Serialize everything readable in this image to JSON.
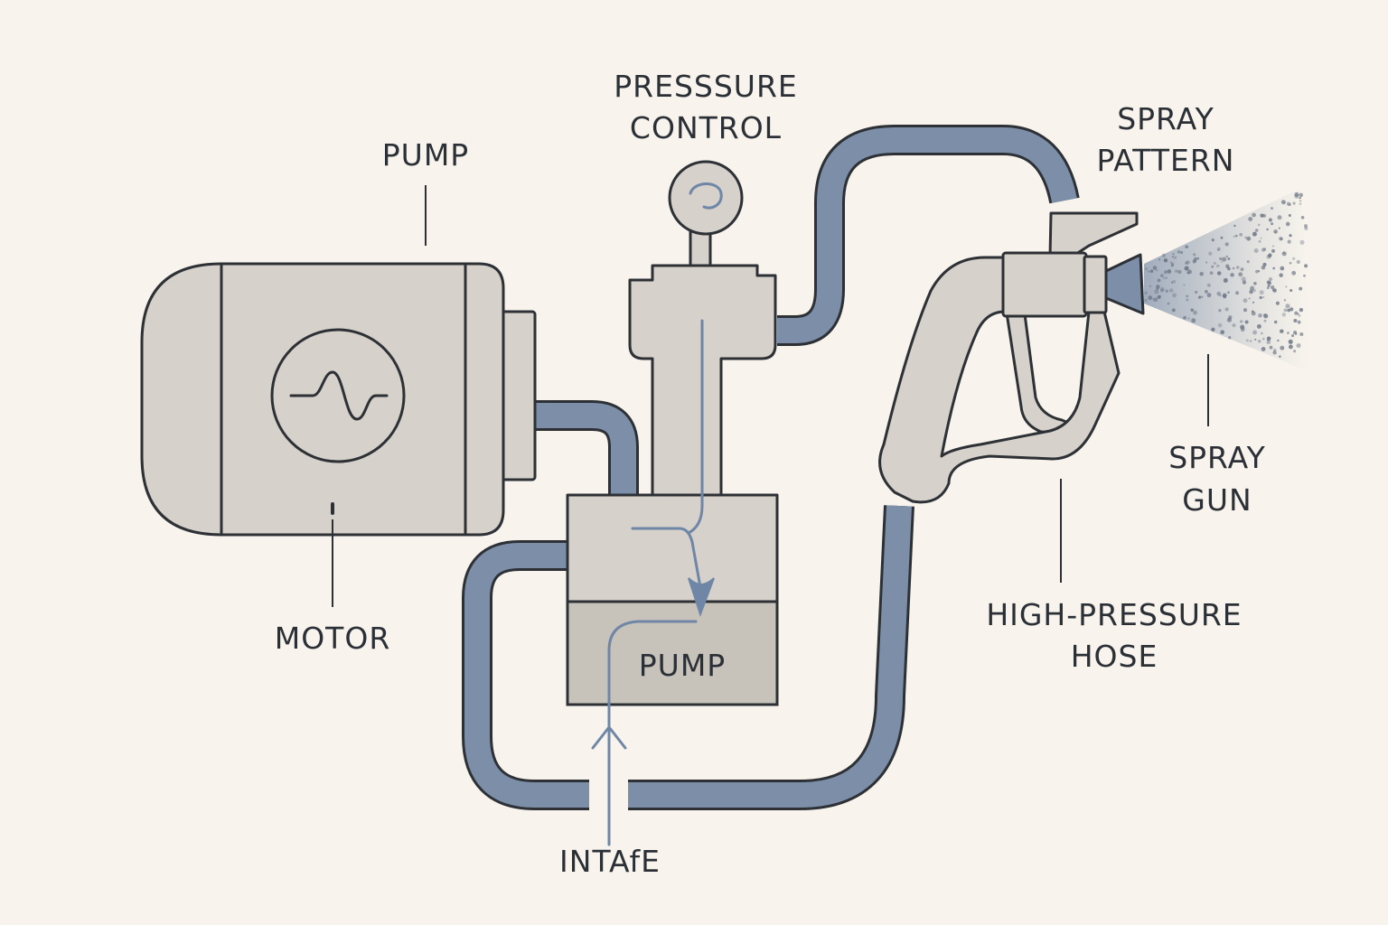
{
  "labels": {
    "pump_top": "PUMP",
    "pressure_control_line1": "PRESSSURE",
    "pressure_control_line2": "CONTROL",
    "spray_pattern_line1": "SPRAY",
    "spray_pattern_line2": "PATTERN",
    "spray_gun_line1": "SPRAY",
    "spray_gun_line2": "GUN",
    "motor": "MOTOR",
    "pump_body": "PUMP",
    "high_pressure_hose_line1": "HIGH-PRESSURE",
    "high_pressure_hose_line2": "HOSE",
    "intake": "INTAfE"
  },
  "colors": {
    "background": "#f8f4ed",
    "component_fill": "#d6d1ca",
    "component_dark_fill": "#c7c2ba",
    "hose": "#7c8ea8",
    "outline": "#2d3136",
    "flow": "#6f86a6"
  }
}
